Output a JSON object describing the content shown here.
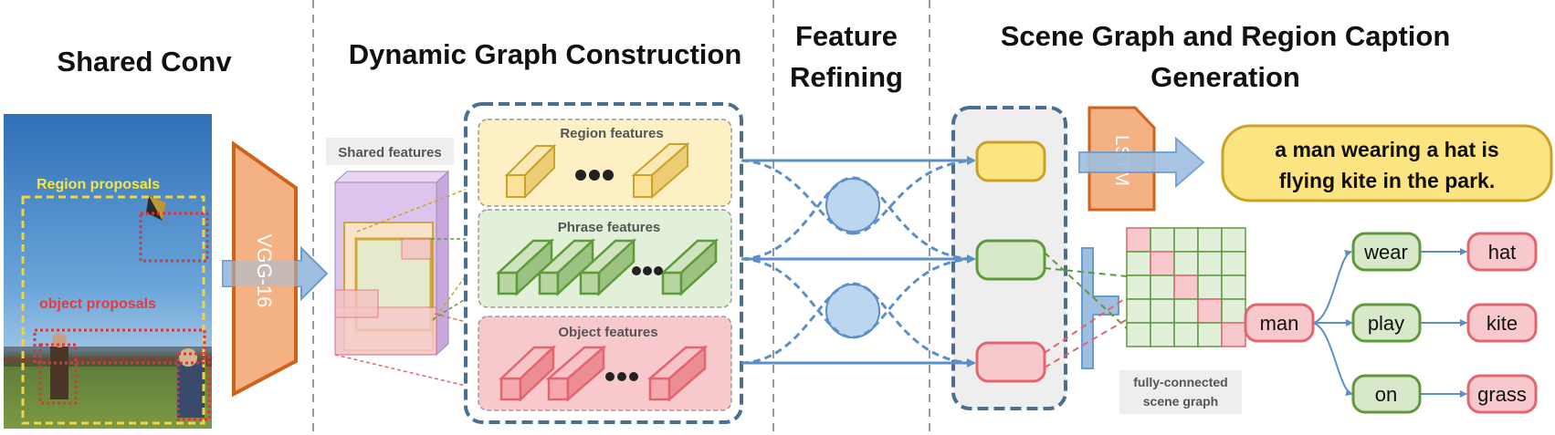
{
  "sections": {
    "shared_conv": "Shared Conv",
    "dynamic_graph": "Dynamic Graph Construction",
    "feature_refining_1": "Feature",
    "feature_refining_2": "Refining",
    "scene_graph_1": "Scene Graph and Region Caption",
    "scene_graph_2": "Generation"
  },
  "photo": {
    "region_proposals": "Region proposals",
    "object_proposals": "object proposals"
  },
  "backbone": {
    "label": "VGG-16"
  },
  "shared_features": {
    "label": "Shared features"
  },
  "features": {
    "region": "Region features",
    "phrase": "Phrase features",
    "object": "Object features"
  },
  "lstm": {
    "label": "LSTM"
  },
  "caption": {
    "line1": "a man wearing a hat is",
    "line2": "flying kite in the park."
  },
  "scene_graph_caption": {
    "line1": "fully-connected",
    "line2": "scene graph"
  },
  "graph": {
    "subject": "man",
    "predicates": [
      "wear",
      "play",
      "on"
    ],
    "objects": [
      "hat",
      "kite",
      "grass"
    ]
  },
  "colors": {
    "region_fill": "#fdf0c4",
    "region_stroke": "#c9a227",
    "phrase_fill": "#e2efd9",
    "phrase_stroke": "#5e9a3a",
    "object_fill": "#f8c9cc",
    "object_stroke": "#e06670",
    "arrow_blue": "#5b8fc7",
    "vgg_fill": "#f4b183",
    "vgg_stroke": "#d0631a",
    "dash_gray": "#9a9a9a"
  }
}
